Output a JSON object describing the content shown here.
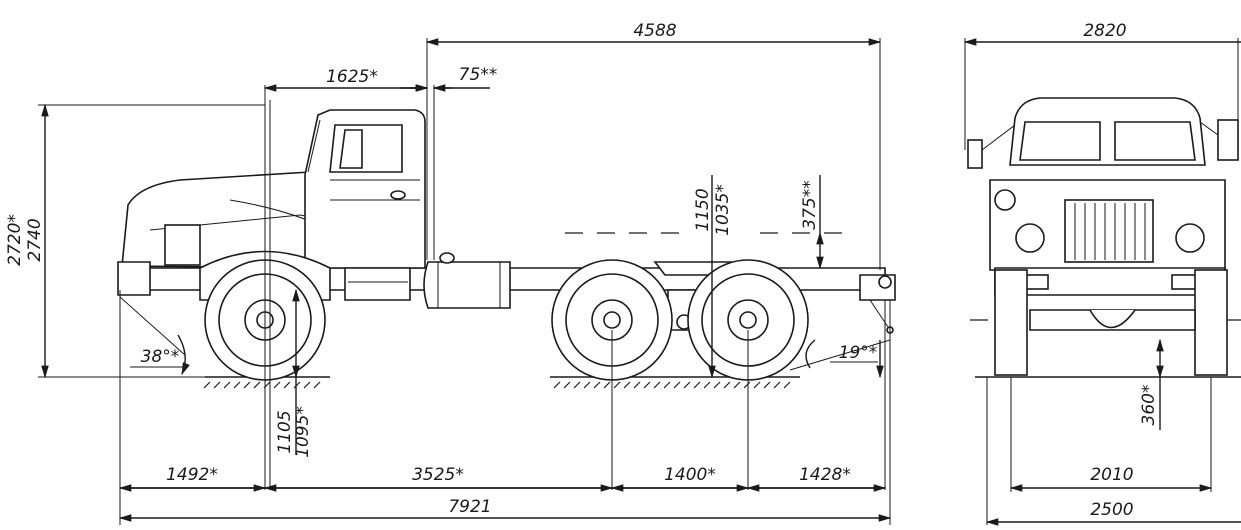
{
  "side_view": {
    "overall_length": "7921",
    "front_overhang": "1492*",
    "wheelbase_front": "3525*",
    "bogie_spacing": "1400*",
    "rear_overhang": "1428*",
    "cab_length": "1625*",
    "cab_gap": "75**",
    "frame_length": "4588",
    "height_loaded": "2720*",
    "height_total": "2740",
    "coupling_height_1": "1150",
    "coupling_height_2": "1035*",
    "frame_height": "375**",
    "ground_clearance_1": "1105",
    "ground_clearance_2": "1095*",
    "approach_angle": "38°*",
    "departure_angle": "19°*"
  },
  "front_view": {
    "mirror_width": "2820",
    "track_width": "2010",
    "overall_width": "2500",
    "axle_clearance": "360*"
  },
  "colors": {
    "ink": "#1a1a1a",
    "paper": "#ffffff"
  }
}
